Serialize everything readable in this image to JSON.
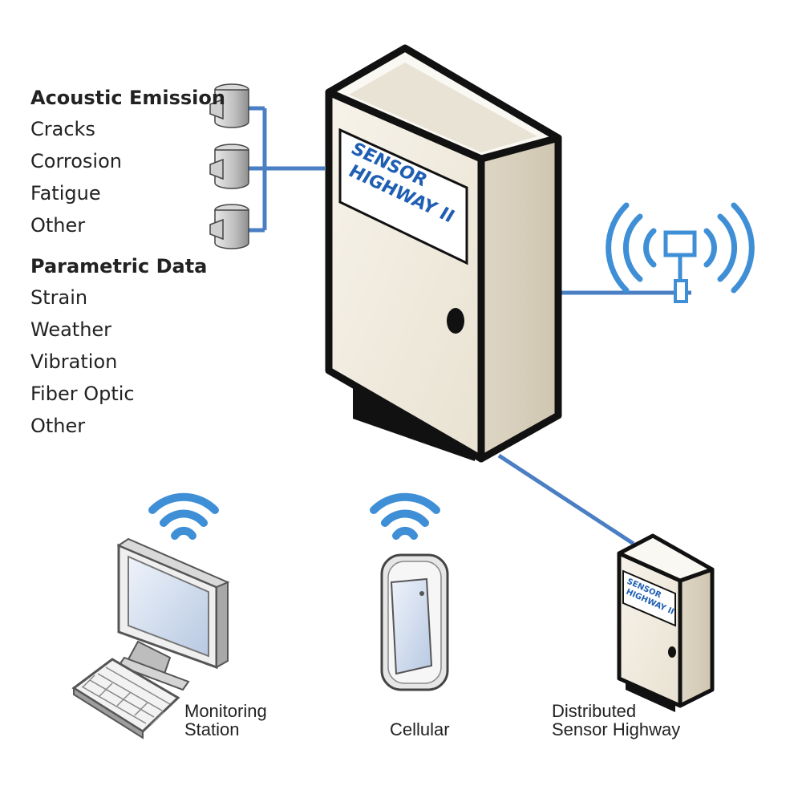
{
  "left_list": {
    "acoustic_heading": "Acoustic Emission",
    "acoustic_items": [
      "Cracks",
      "Corrosion",
      "Fatigue",
      "Other"
    ],
    "parametric_heading": "Parametric Data",
    "parametric_items": [
      "Strain",
      "Weather",
      "Vibration",
      "Fiber Optic",
      "Other"
    ]
  },
  "main_cabinet": {
    "sign_line1": "SENSOR",
    "sign_line2": "HIGHWAY II"
  },
  "small_cabinet": {
    "sign_line1": "SENSOR",
    "sign_line2": "HIGHWAY II"
  },
  "captions": {
    "monitoring_line1": "Monitoring",
    "monitoring_line2": "Station",
    "cellular": "Cellular",
    "distributed_line1": "Distributed",
    "distributed_line2": "Sensor Highway"
  },
  "icons": [
    "sensor-icon",
    "antenna-icon",
    "wifi-icon",
    "monitor-icon",
    "keyboard-icon",
    "phone-icon",
    "cabinet-icon"
  ],
  "colors": {
    "link_blue": "#4a7fc4",
    "sign_text_blue": "#1f5fb3",
    "wifi_blue": "#3f8fd6",
    "cabinet_face": "#f1ece1",
    "cabinet_outline": "#1a1a1a"
  }
}
